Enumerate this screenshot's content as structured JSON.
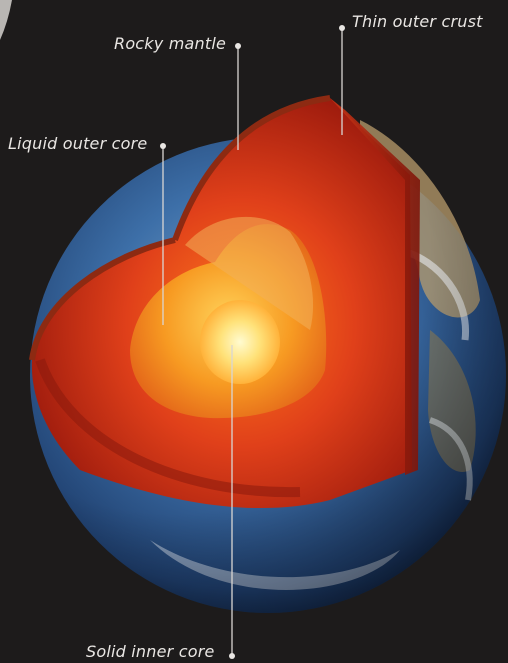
{
  "labels": {
    "crust": "Thin outer crust",
    "mantle": "Rocky mantle",
    "outer_core": "Liquid outer core",
    "inner_core": "Solid inner core"
  },
  "colors": {
    "background": "#1d1b1b",
    "ocean": "#3d6fa8",
    "mantle_red": "#b2200e",
    "outer_core_orange": "#f08a1a",
    "inner_core_yellow": "#fff3a0",
    "leader_line": "#d9d6d3"
  }
}
